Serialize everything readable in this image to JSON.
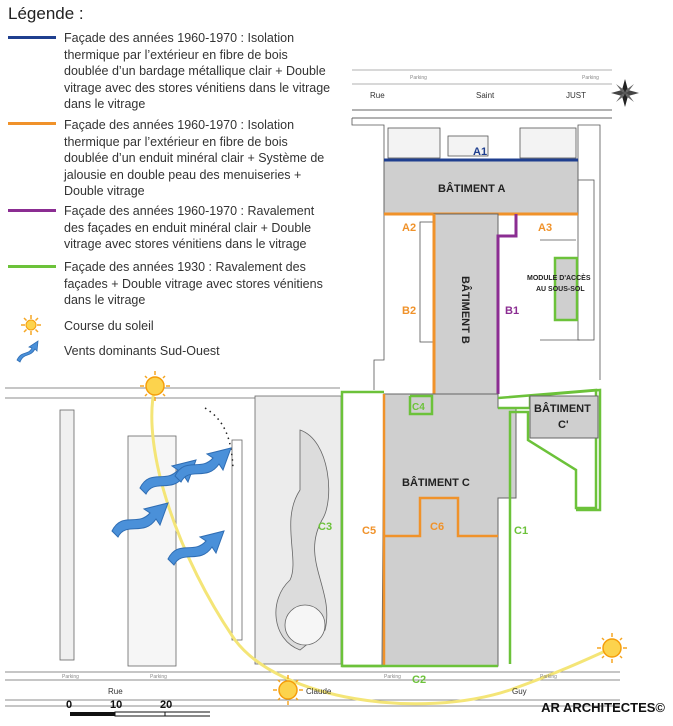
{
  "legend": {
    "title": "Légende :",
    "items": [
      {
        "color": "#1f3f8f",
        "text": "Façade des années 1960-1970 : Isolation thermique par l’extérieur en fibre de bois doublée d’un bardage métallique clair + Double vitrage avec des stores vénitiens dans le vitrage dans le vitrage"
      },
      {
        "color": "#f0922a",
        "text": "Façade des années 1960-1970 : Isolation thermique par l’extérieur en fibre de bois doublée d’un enduit minéral clair + Système de jalousie en double peau des menuiseries + Double vitrage"
      },
      {
        "color": "#8b2d92",
        "text": "Façade des années 1960-1970 : Ravalement des façades en enduit minéral clair + Double vitrage avec stores vénitiens dans le vitrage"
      },
      {
        "color": "#6cc23a",
        "text": "Façade des années 1930 : Ravalement des façades + Double vitrage avec stores vénitiens dans le vitrage"
      }
    ],
    "sun_text": "Course du soleil",
    "wind_text": "Vents dominants Sud-Ouest"
  },
  "plan": {
    "streets": {
      "rue_top": "Rue",
      "saint": "Saint",
      "just": "JUST",
      "rue_bottom": "Rue",
      "claude": "Claude",
      "guy": "Guy",
      "parking": "Parking"
    },
    "buildings": {
      "a": "BÂTIMENT A",
      "b": "BÂTIMENT B",
      "c": "BÂTIMENT C",
      "c_prime_1": "BÂTIMENT",
      "c_prime_2": "C'",
      "module_1": "MODULE D'ACCÈS",
      "module_2": "AU SOUS-SOL"
    },
    "facades": {
      "a1": "A1",
      "a2": "A2",
      "a3": "A3",
      "b1": "B1",
      "b2": "B2",
      "c1": "C1",
      "c2": "C2",
      "c3": "C3",
      "c4": "C4",
      "c5": "C5",
      "c6": "C6"
    },
    "scale": {
      "s0": "0",
      "s10": "10",
      "s20": "20"
    }
  },
  "credit": "AR ARCHITECTES©"
}
